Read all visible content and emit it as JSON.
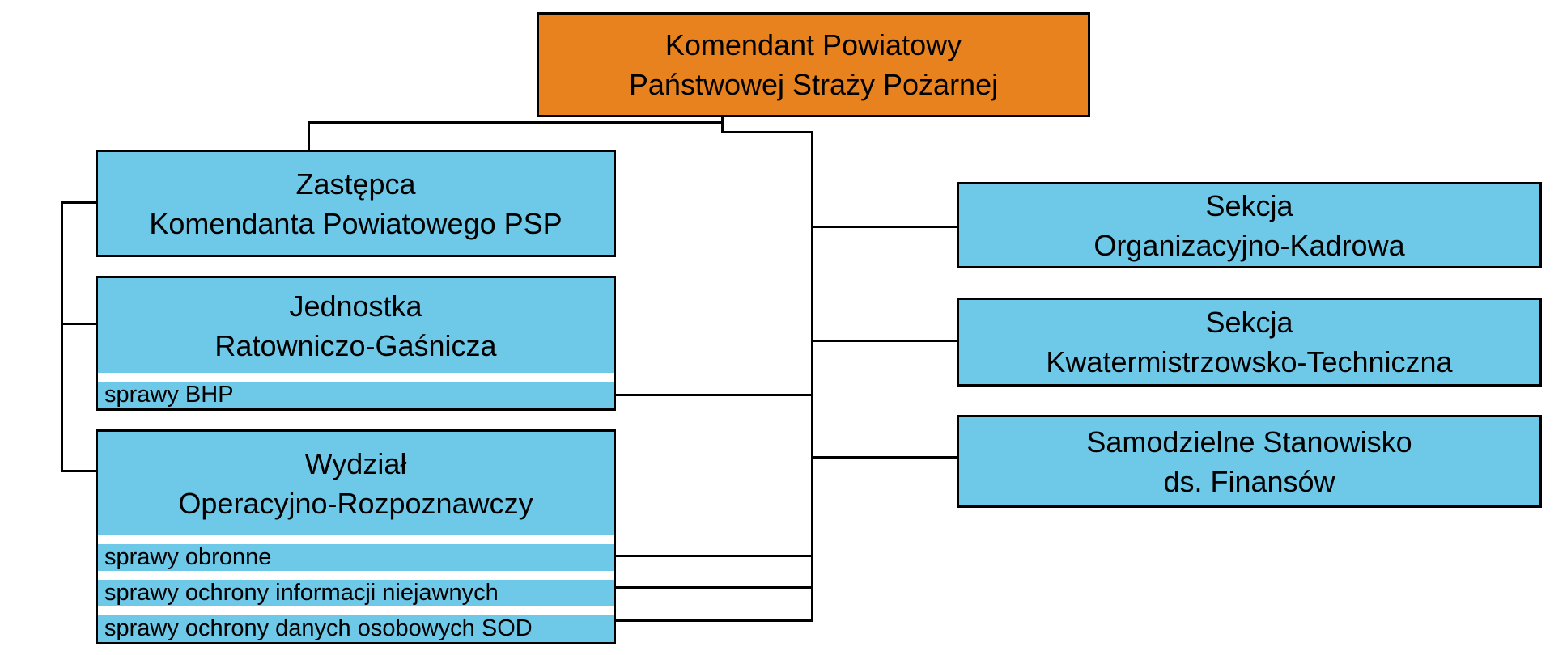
{
  "colors": {
    "background": "#FFFFFF",
    "root_fill": "#E8821E",
    "node_fill": "#6EC9E8",
    "line": "#000000"
  },
  "org_chart": {
    "root": {
      "line1": "Komendant Powiatowy",
      "line2": "Państwowej Straży Pożarnej"
    },
    "left_branch": [
      {
        "line1": "Zastępca",
        "line2": "Komendanta Powiatowego PSP",
        "sub_items": []
      },
      {
        "line1": "Jednostka",
        "line2": "Ratowniczo-Gaśnicza",
        "sub_items": [
          "sprawy BHP"
        ]
      },
      {
        "line1": "Wydział",
        "line2": "Operacyjno-Rozpoznawczy",
        "sub_items": [
          "sprawy obronne",
          "sprawy ochrony informacji niejawnych",
          "sprawy ochrony danych osobowych SOD"
        ]
      }
    ],
    "right_branch": [
      {
        "line1": "Sekcja",
        "line2": "Organizacyjno-Kadrowa"
      },
      {
        "line1": "Sekcja",
        "line2": "Kwatermistrzowsko-Techniczna"
      },
      {
        "line1": "Samodzielne Stanowisko",
        "line2": "ds. Finansów"
      }
    ]
  }
}
